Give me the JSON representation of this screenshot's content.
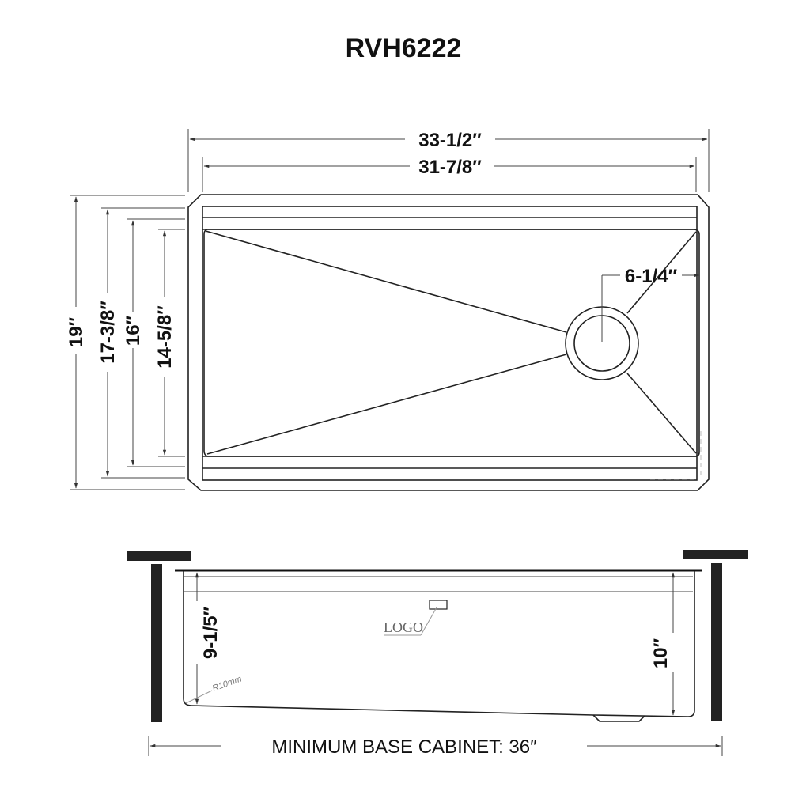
{
  "title": "RVH6222",
  "top_view": {
    "dims": {
      "overall_width": "33-1/2″",
      "inner_width": "31-7/8″",
      "overall_depth": "19″",
      "depth_2": "17-3/8″",
      "depth_3": "16″",
      "bowl_depth": "14-5/8″",
      "drain_offset": "6-1/4″"
    }
  },
  "side_view": {
    "depth_left": "9-1/5″",
    "depth_right": "10″",
    "radius_label": "R10mm",
    "logo_label": "LOGO",
    "cabinet_label": "MINIMUM BASE CABINET: 36″"
  },
  "colors": {
    "line": "#111111",
    "background": "#ffffff",
    "counter": "#222222"
  }
}
